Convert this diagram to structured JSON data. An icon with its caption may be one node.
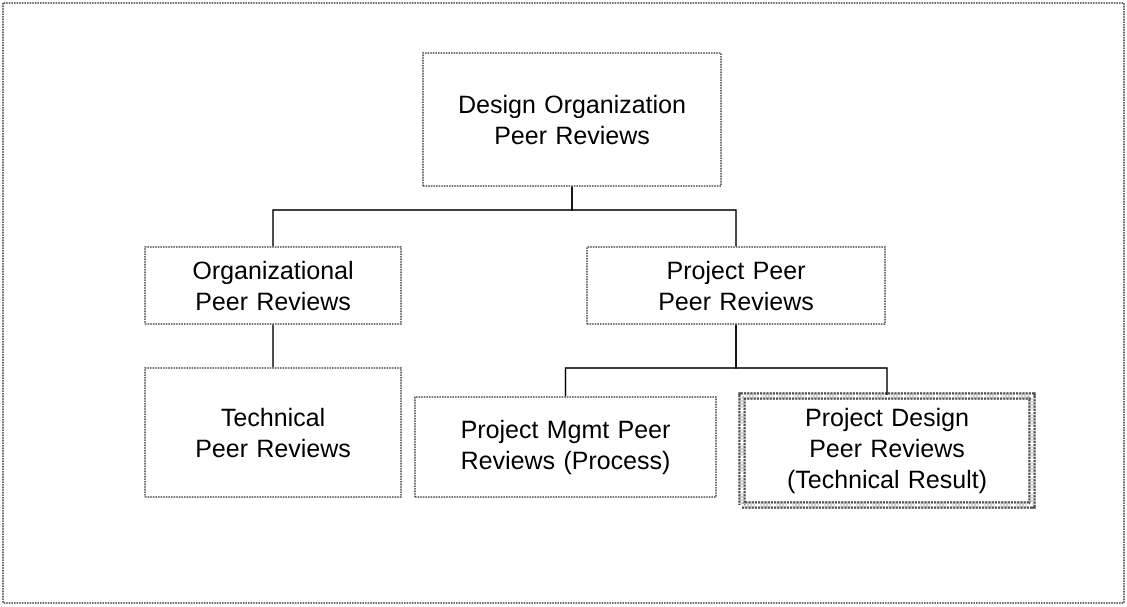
{
  "diagram": {
    "nodes": [
      {
        "text": [
          "Design Organization Peer Reviews"
        ]
      },
      {
        "text": [
          "Organizational Peer Reviews"
        ]
      },
      {
        "text": [
          "Project Peer Peer Reviews"
        ]
      },
      {
        "text": [
          "Technical Peer Reviews"
        ]
      },
      {
        "text": [
          "Project Mgmt Peer Reviews (Process)"
        ]
      },
      {
        "text": [
          "Project Design Peer Reviews (Technical Result)"
        ]
      }
    ],
    "edges": [
      {
        "from": 0,
        "to": 1,
        "arrow": "none"
      },
      {
        "from": 0,
        "to": 2,
        "arrow": "none"
      },
      {
        "from": 1,
        "to": 3,
        "arrow": "none"
      },
      {
        "from": 2,
        "to": 4,
        "arrow": "none"
      },
      {
        "from": 2,
        "to": 5,
        "arrow": "none"
      }
    ]
  }
}
